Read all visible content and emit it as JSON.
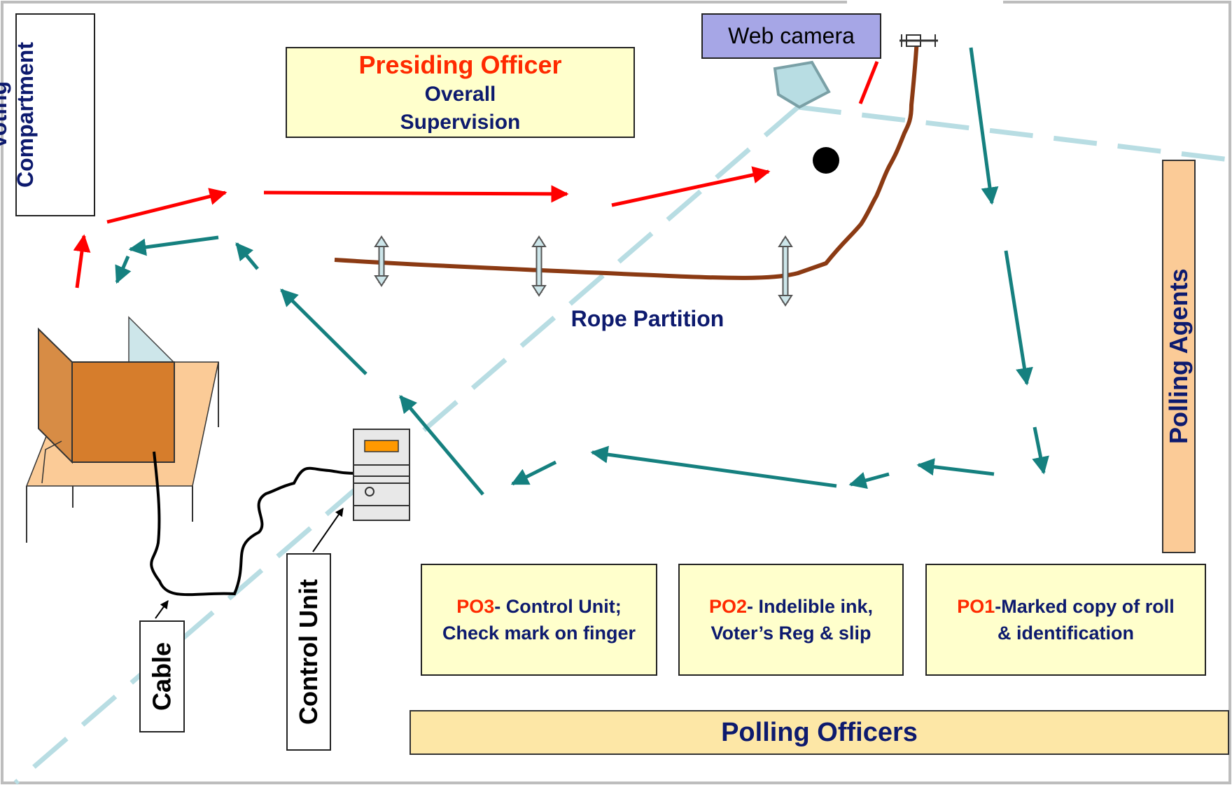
{
  "labels": {
    "voting_compartment": "Voting Compartment",
    "presiding_officer": "Presiding Officer",
    "overall_supervision": "Overall Supervision",
    "web_camera": "Web camera",
    "rope_partition": "Rope Partition",
    "polling_agents": "Polling Agents",
    "polling_officers": "Polling Officers",
    "cable": "Cable",
    "control_unit": "Control Unit"
  },
  "officers": {
    "po3": {
      "code": "PO3",
      "text1": "- Control Unit;",
      "text2": "Check mark on finger"
    },
    "po2": {
      "code": "PO2",
      "text1": "- Indelible ink,",
      "text2": "Voter’s Reg & slip"
    },
    "po1": {
      "code": "PO1",
      "text1": "-Marked copy of roll",
      "text2": "& identification"
    }
  },
  "colors": {
    "red_arrow": "#ff0000",
    "teal_arrow": "#15807f",
    "rope": "#8b3a13",
    "dashed_line": "#b8dde3",
    "yellow_box": "#ffffcc",
    "peach_box": "#fbcb97",
    "camera_box": "#a6a6e6",
    "navy_text": "#0d1a6e",
    "red_text": "#ff2a00"
  },
  "icons": [
    "web-camera-icon",
    "voting-compartment-icon",
    "control-unit-icon",
    "voter-dot-icon",
    "rope-post-icon"
  ]
}
